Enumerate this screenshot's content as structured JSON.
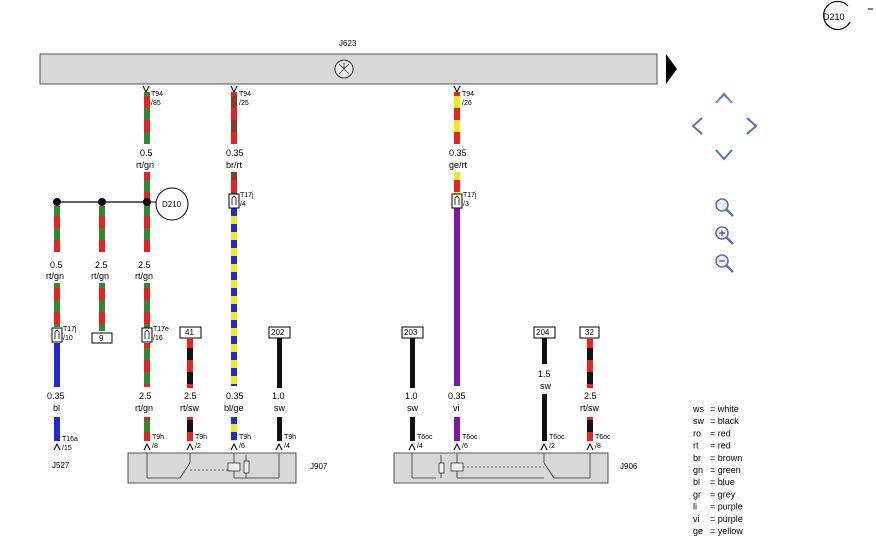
{
  "header": {
    "diagram_ref": "D210"
  },
  "bus": {
    "label": "J623"
  },
  "colors": {
    "red": "#e8231f",
    "green": "#2f8a2f",
    "brown": "#8b3a2a",
    "yellow": "#f4e91b",
    "blue": "#1f2ad6",
    "black": "#111111",
    "purple": "#7a1aa6"
  },
  "wires": [
    {
      "id": "w85",
      "pin_conn": "T94",
      "pin_num": "/85",
      "size": "0.5",
      "color": "rt/gn"
    },
    {
      "id": "w25",
      "pin_conn": "T94",
      "pin_num": "/25",
      "size": "0.35",
      "color": "br/rt",
      "conn2": "T17j",
      "conn2_num": "/4"
    },
    {
      "id": "w26",
      "pin_conn": "T94",
      "pin_num": "/26",
      "size": "0.35",
      "color": "ge/rt",
      "conn2": "T17j",
      "conn2_num": "/3"
    }
  ],
  "splice_ref": "D210",
  "branches": [
    {
      "id": "b1",
      "size": "0.5",
      "color": "rt/gn",
      "conn": "T17j",
      "conn_num": "/10",
      "size2": "0.35",
      "color2": "bl",
      "end_conn": "T16a",
      "end_num": "/15",
      "component": "J527"
    },
    {
      "id": "b2",
      "size": "2.5",
      "color": "rt/gn",
      "box": "9"
    },
    {
      "id": "b3",
      "size": "2.5",
      "color": "rt/gn",
      "conn": "T17e",
      "conn_num": "/16"
    }
  ],
  "j907": {
    "label": "J907",
    "wires": [
      {
        "id": "a",
        "size": "2.5",
        "color": "rt/gn",
        "pin": "T9h",
        "pin_num": "/8"
      },
      {
        "id": "b",
        "box": "41",
        "size": "2.5",
        "color": "rt/sw",
        "pin": "T9h",
        "pin_num": "/2"
      },
      {
        "id": "c",
        "size": "0.35",
        "color": "bl/ge",
        "pin": "T9h",
        "pin_num": "/6"
      },
      {
        "id": "d",
        "box": "202",
        "size": "1.0",
        "color": "sw",
        "pin": "T9h",
        "pin_num": "/4"
      }
    ]
  },
  "j906": {
    "label": "J906",
    "wires": [
      {
        "id": "e",
        "box": "203",
        "size": "1.0",
        "color": "sw",
        "pin": "T6oc",
        "pin_num": "/4"
      },
      {
        "id": "f",
        "size": "0.35",
        "color": "vi",
        "pin": "T6oc",
        "pin_num": "/6"
      },
      {
        "id": "g",
        "box": "204",
        "size": "1.5",
        "color": "sw",
        "pin": "T6oc",
        "pin_num": "/2"
      },
      {
        "id": "h",
        "box": "32",
        "size": "2.5",
        "color": "rt/sw",
        "pin": "T6oc",
        "pin_num": "/8"
      }
    ]
  },
  "legend": [
    {
      "code": "ws",
      "name": "white"
    },
    {
      "code": "sw",
      "name": "black"
    },
    {
      "code": "ro",
      "name": "red"
    },
    {
      "code": "rt",
      "name": "red"
    },
    {
      "code": "br",
      "name": "brown"
    },
    {
      "code": "gn",
      "name": "green"
    },
    {
      "code": "bl",
      "name": "blue"
    },
    {
      "code": "gr",
      "name": "grey"
    },
    {
      "code": "li",
      "name": "purple"
    },
    {
      "code": "vi",
      "name": "purple"
    },
    {
      "code": "ge",
      "name": "yellow"
    }
  ],
  "controls": {
    "pan": [
      "up-arrow-icon",
      "left-arrow-icon",
      "right-arrow-icon",
      "down-arrow-icon"
    ],
    "zoom": [
      "magnifier-icon",
      "zoom-in-icon",
      "zoom-out-icon"
    ]
  }
}
